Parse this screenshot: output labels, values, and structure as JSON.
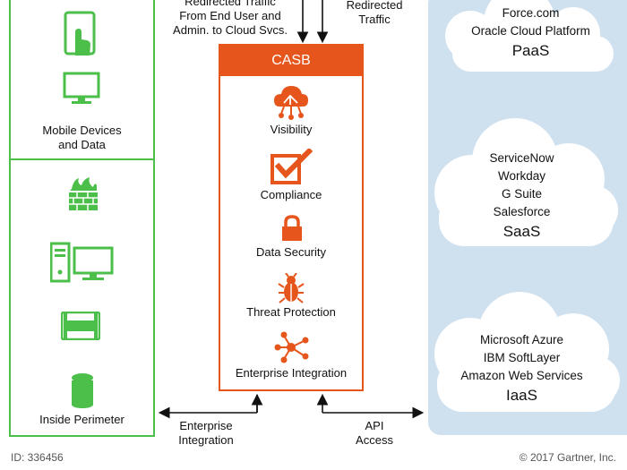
{
  "top_labels": {
    "left_line1": "Redirected Traffic",
    "left_line2": "From End User and",
    "left_line3": "Admin. to Cloud Svcs.",
    "right_line1": "Redirected",
    "right_line2": "Traffic"
  },
  "left_panel": {
    "top_label_line1": "Mobile Devices",
    "top_label_line2": "and Data",
    "bottom_label": "Inside Perimeter"
  },
  "casb": {
    "title": "CASB",
    "items": [
      {
        "label": "Visibility",
        "icon": "cloud-network-icon"
      },
      {
        "label": "Compliance",
        "icon": "checkbox-icon"
      },
      {
        "label": "Data Security",
        "icon": "lock-icon"
      },
      {
        "label": "Threat Protection",
        "icon": "bug-icon"
      },
      {
        "label": "Enterprise Integration",
        "icon": "hub-icon"
      }
    ]
  },
  "clouds": {
    "paas": {
      "lines": [
        "Force.com",
        "Oracle Cloud Platform"
      ],
      "name": "PaaS"
    },
    "saas": {
      "lines": [
        "ServiceNow",
        "Workday",
        "G Suite",
        "Salesforce"
      ],
      "name": "SaaS"
    },
    "iaas": {
      "lines": [
        "Microsoft Azure",
        "IBM SoftLayer",
        "Amazon Web Services"
      ],
      "name": "IaaS"
    }
  },
  "bottom_labels": {
    "enterprise_line1": "Enterprise",
    "enterprise_line2": "Integration",
    "api_line1": "API",
    "api_line2": "Access"
  },
  "footer": {
    "id": "ID: 336456",
    "copyright": "© 2017 Gartner, Inc."
  },
  "colors": {
    "green": "#4bbf4a",
    "orange": "#e6561c",
    "cloud_panel": "#cfe0ef"
  }
}
